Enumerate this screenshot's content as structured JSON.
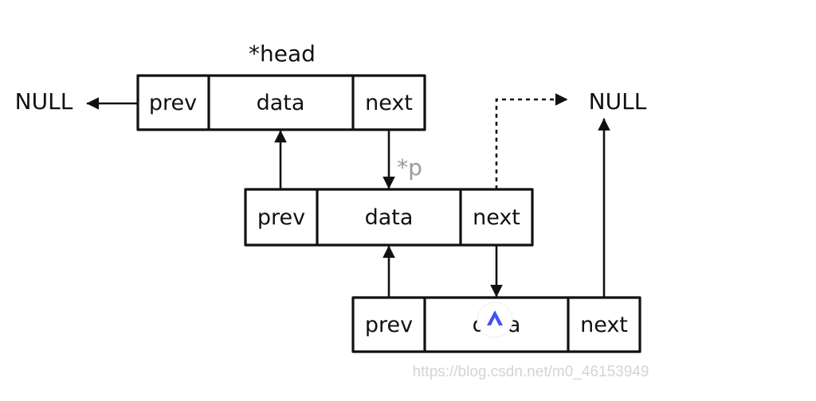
{
  "labels": {
    "head": "*head",
    "p": "*p",
    "null_left": "NULL",
    "null_right": "NULL"
  },
  "nodes": [
    {
      "prev": "prev",
      "data": "data",
      "next": "next"
    },
    {
      "prev": "prev",
      "data": "data",
      "next": "next"
    },
    {
      "prev": "prev",
      "data": "data",
      "next": "next"
    }
  ],
  "watermark": "https://blog.csdn.net/m0_46153949",
  "colors": {
    "ink": "#111111",
    "pointer_label": "#9a9a9a",
    "watermark": "#d4d4d4",
    "badge_accent": "#3f51ff"
  }
}
